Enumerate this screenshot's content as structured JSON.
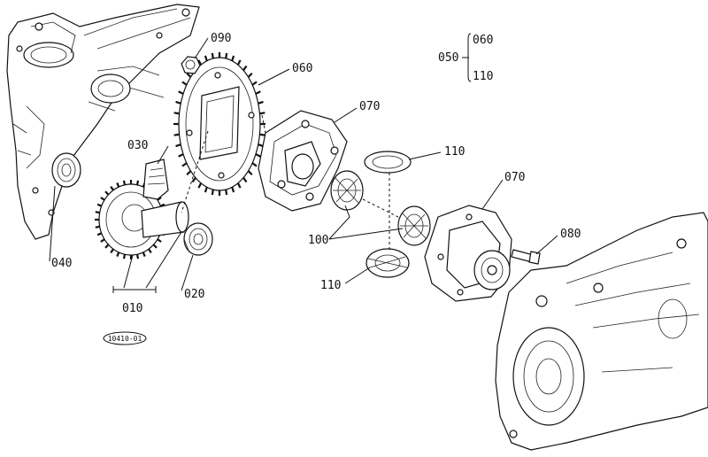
{
  "labels": {
    "l090": "090",
    "l060": "060",
    "l050": "050",
    "l050_060": "060",
    "l050_110": "110",
    "l070a": "070",
    "l030": "030",
    "l110a": "110",
    "l070b": "070",
    "l080": "080",
    "l100": "100",
    "l040": "040",
    "l110b": "110",
    "l020": "020",
    "l010": "010",
    "figure_code": "10410-01"
  }
}
